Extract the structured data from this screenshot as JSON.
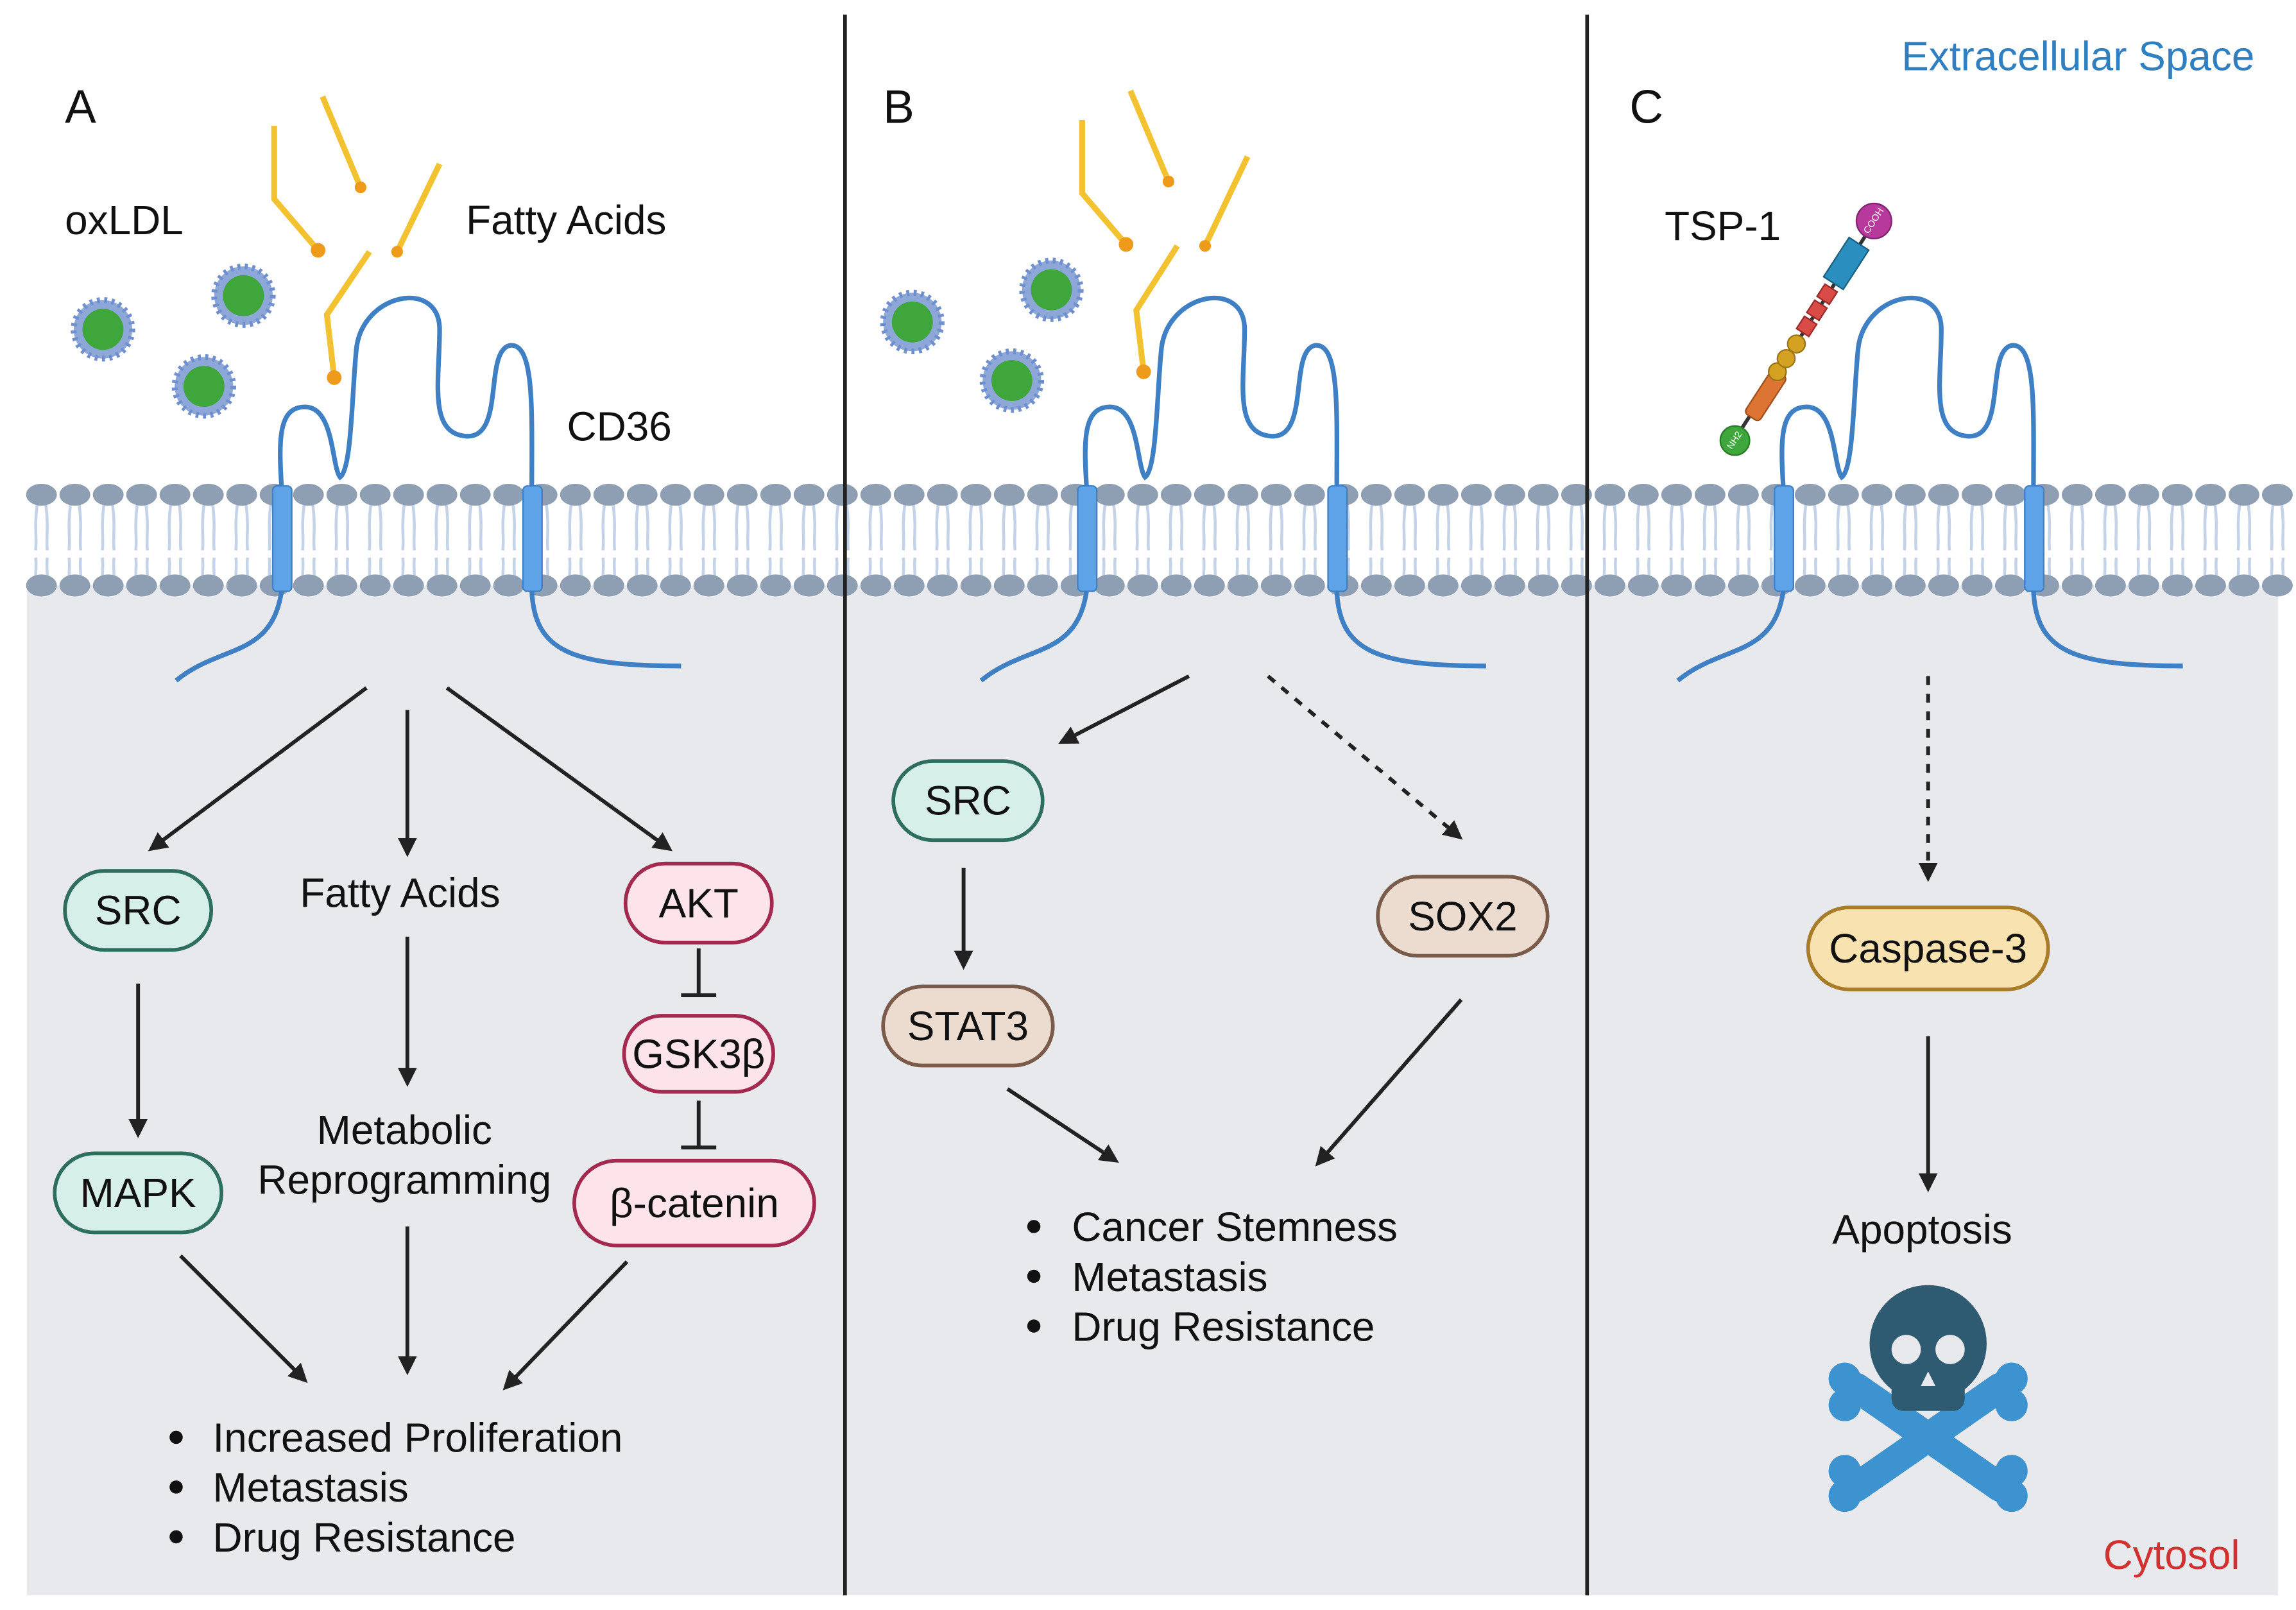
{
  "panels": {
    "A": {
      "label": "A",
      "ligand_oxldl": "oxLDL",
      "ligand_fatty_acids": "Fatty Acids",
      "receptor": "CD36",
      "nodes": {
        "src": "SRC",
        "mapk": "MAPK",
        "fatty_acids": "Fatty Acids",
        "metabolic_1": "Metabolic",
        "metabolic_2": "Reprogramming",
        "akt": "AKT",
        "gsk3b": "GSK3β",
        "bcatenin": "β-catenin"
      },
      "outcomes": [
        "Increased Proliferation",
        "Metastasis",
        "Drug Resistance"
      ]
    },
    "B": {
      "label": "B",
      "nodes": {
        "src": "SRC",
        "stat3": "STAT3",
        "sox2": "SOX2"
      },
      "outcomes": [
        "Cancer Stemness",
        "Metastasis",
        "Drug Resistance"
      ]
    },
    "C": {
      "label": "C",
      "ligand": "TSP-1",
      "ligand_terminals": {
        "n": "NH2",
        "c": "COOH"
      },
      "nodes": {
        "caspase3": "Caspase-3",
        "apoptosis": "Apoptosis"
      },
      "icon": "skull-crossbones-icon"
    }
  },
  "regions": {
    "extracellular": "Extracellular Space",
    "cytosol": "Cytosol"
  },
  "colors": {
    "extracellular_label": "#2f7fc1",
    "cytosol_label": "#d2312f",
    "cytosol_fill": "#e8e9ed",
    "receptor": "#3f7fc4",
    "src_mapk": "#d7efe9",
    "akt_pathway": "#fce4ea",
    "stat3_sox2": "#ecdcd0",
    "caspase": "#f8e3b0"
  }
}
